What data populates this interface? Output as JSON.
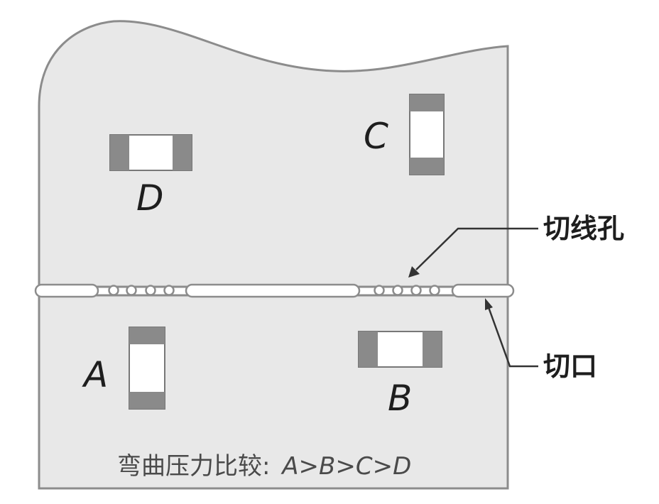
{
  "components": {
    "a": {
      "label": "A"
    },
    "b": {
      "label": "B"
    },
    "c": {
      "label": "C"
    },
    "d": {
      "label": "D"
    }
  },
  "callouts": {
    "cut_holes": "切线孔",
    "cut_slot": "切口"
  },
  "caption": {
    "prefix": "弯曲压力比较:",
    "comparison": "A>B>C>D"
  },
  "colors": {
    "board_fill": "#e8e8e8",
    "board_edge": "#8c8c8c",
    "terminal": "#8a8a8a",
    "body_white": "#ffffff",
    "text": "#1e1e1e"
  }
}
